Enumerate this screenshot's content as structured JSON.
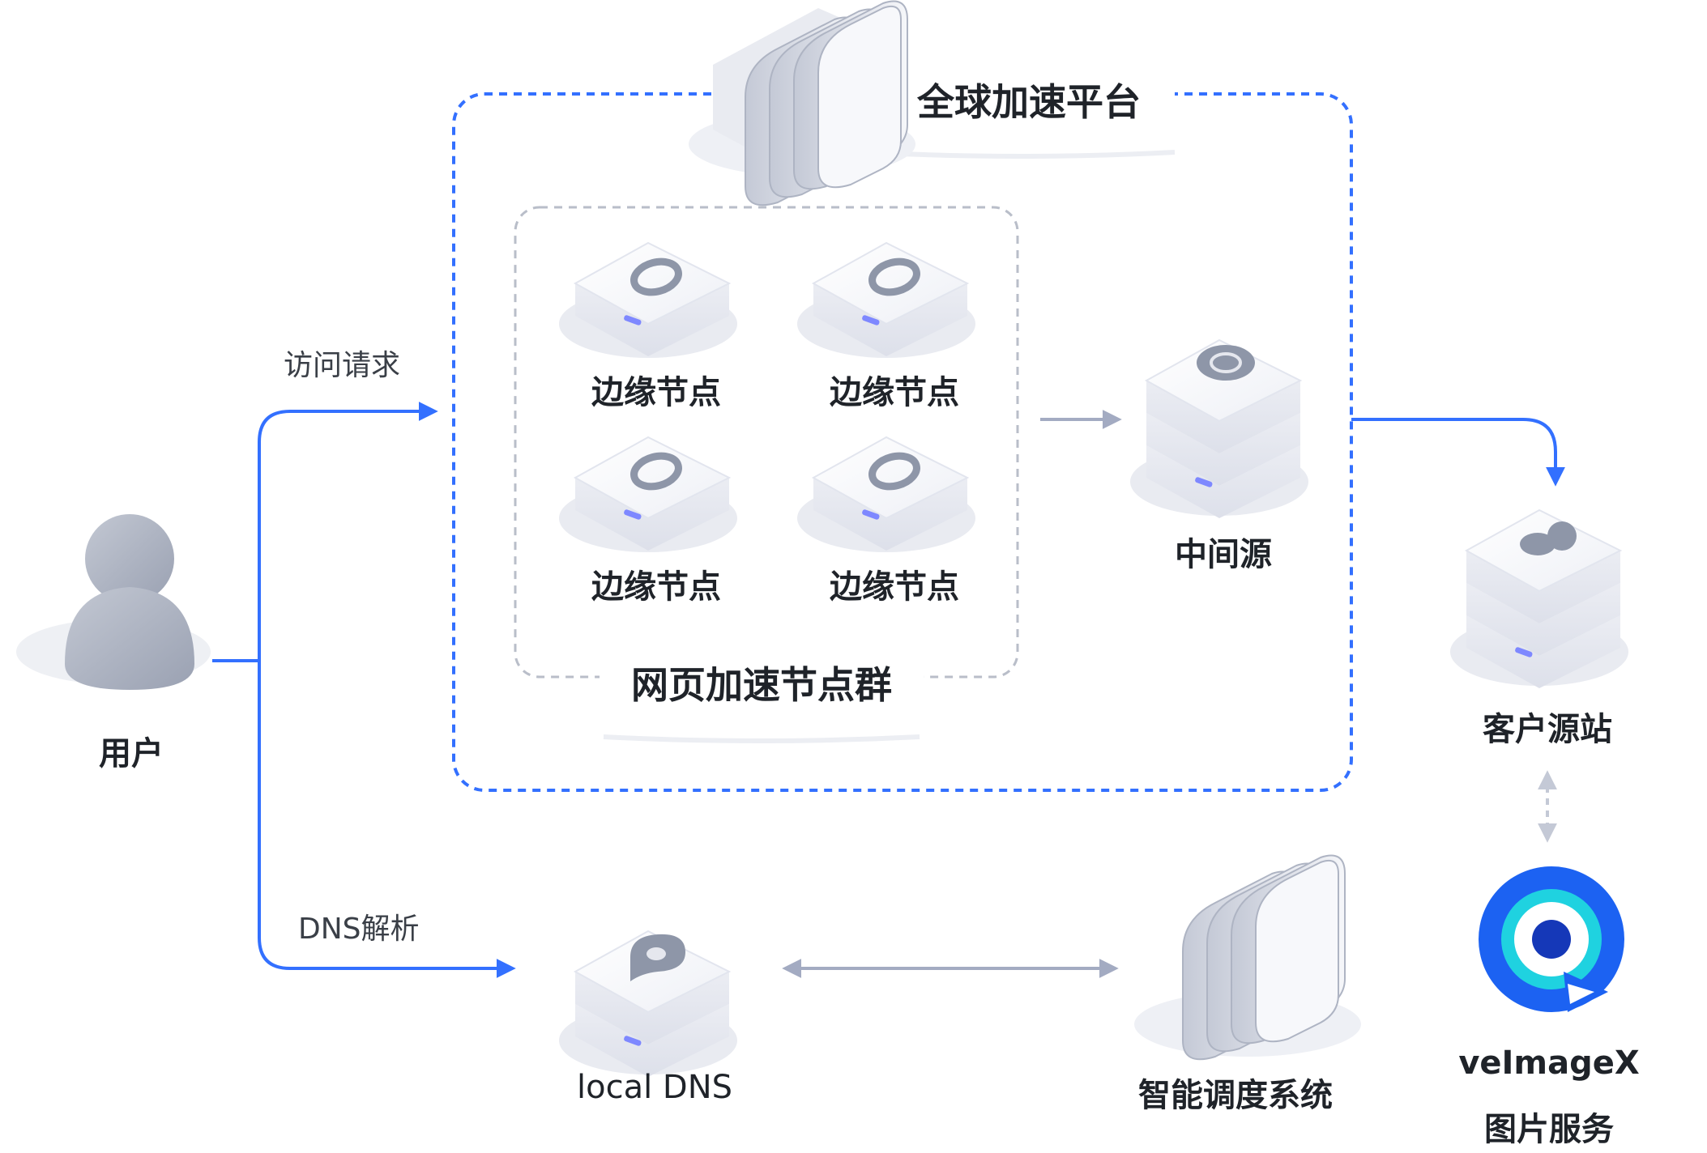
{
  "platform": {
    "title": "全球加速平台"
  },
  "edge_cluster": {
    "title": "网页加速节点群",
    "nodes": [
      {
        "label": "边缘节点"
      },
      {
        "label": "边缘节点"
      },
      {
        "label": "边缘节点"
      },
      {
        "label": "边缘节点"
      }
    ]
  },
  "middle_origin": {
    "label": "中间源"
  },
  "customer_origin": {
    "label": "客户源站"
  },
  "user": {
    "label": "用户"
  },
  "local_dns": {
    "label": "local DNS"
  },
  "scheduler": {
    "label": "智能调度系统"
  },
  "veimagex": {
    "label_line1": "veImageX",
    "label_line2": "图片服务"
  },
  "edges": {
    "access_request": "访问请求",
    "dns_resolve": "DNS解析"
  },
  "colors": {
    "accent": "#3370ff",
    "gray_arrow": "#a3abc2",
    "dash_gray": "#b9bec9"
  }
}
